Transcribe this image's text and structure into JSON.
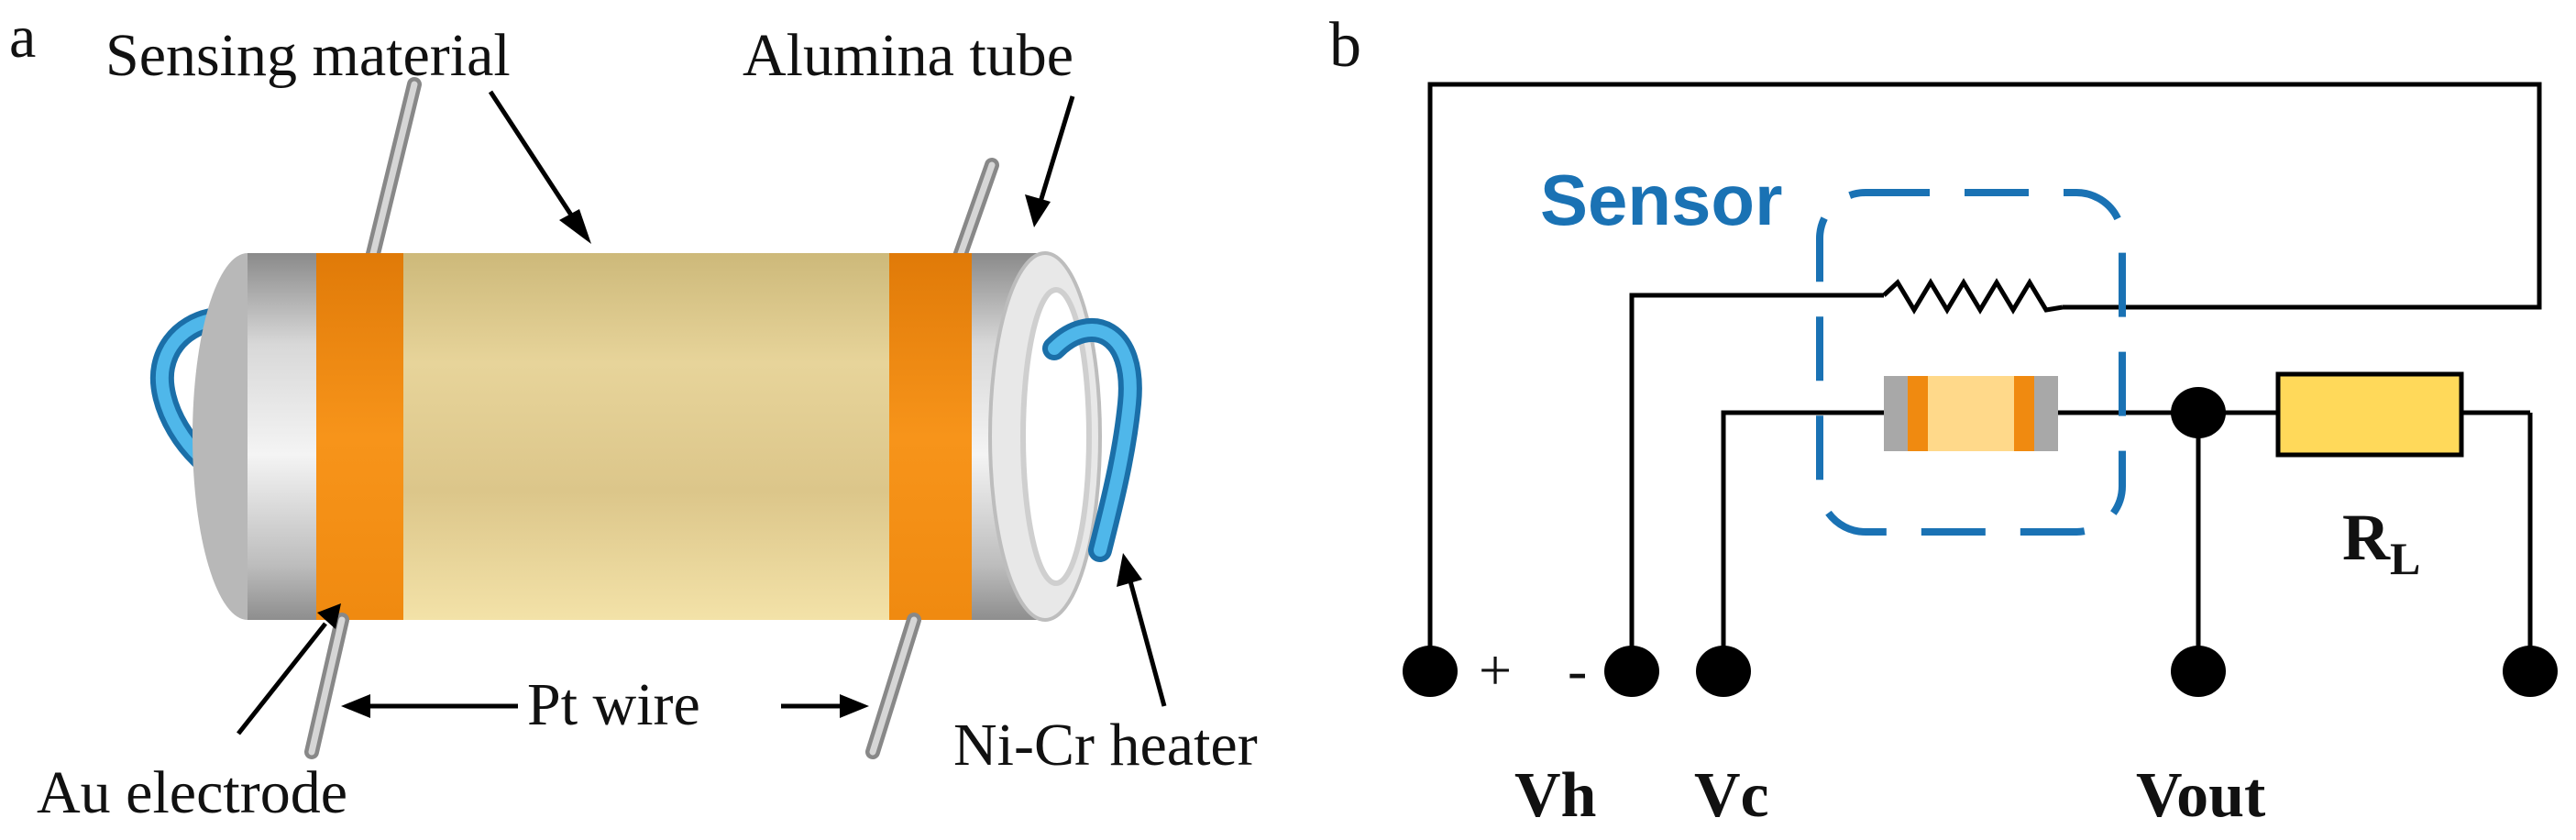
{
  "panel_a": {
    "letter": "a",
    "labels": {
      "sensing_material": "Sensing material",
      "alumina_tube": "Alumina tube",
      "pt_wire": "Pt wire",
      "au_electrode": "Au electrode",
      "nicr_heater": "Ni-Cr heater"
    }
  },
  "panel_b": {
    "letter": "b",
    "sensor_label": "Sensor",
    "load_resistor": {
      "main": "R",
      "subscript": "L"
    },
    "terminals": {
      "vh": "Vh",
      "vc": "Vc",
      "vout": "Vout",
      "plus": "+",
      "minus": "-"
    }
  },
  "colors": {
    "electrode_orange": "#f08a10",
    "tube_grey": "#bdbdbd",
    "sensing_beige": "#e6cf92",
    "heater_blue": "#2f9fd8",
    "sensor_blue": "#1a72b4",
    "load_yellow": "#ffd95a"
  }
}
